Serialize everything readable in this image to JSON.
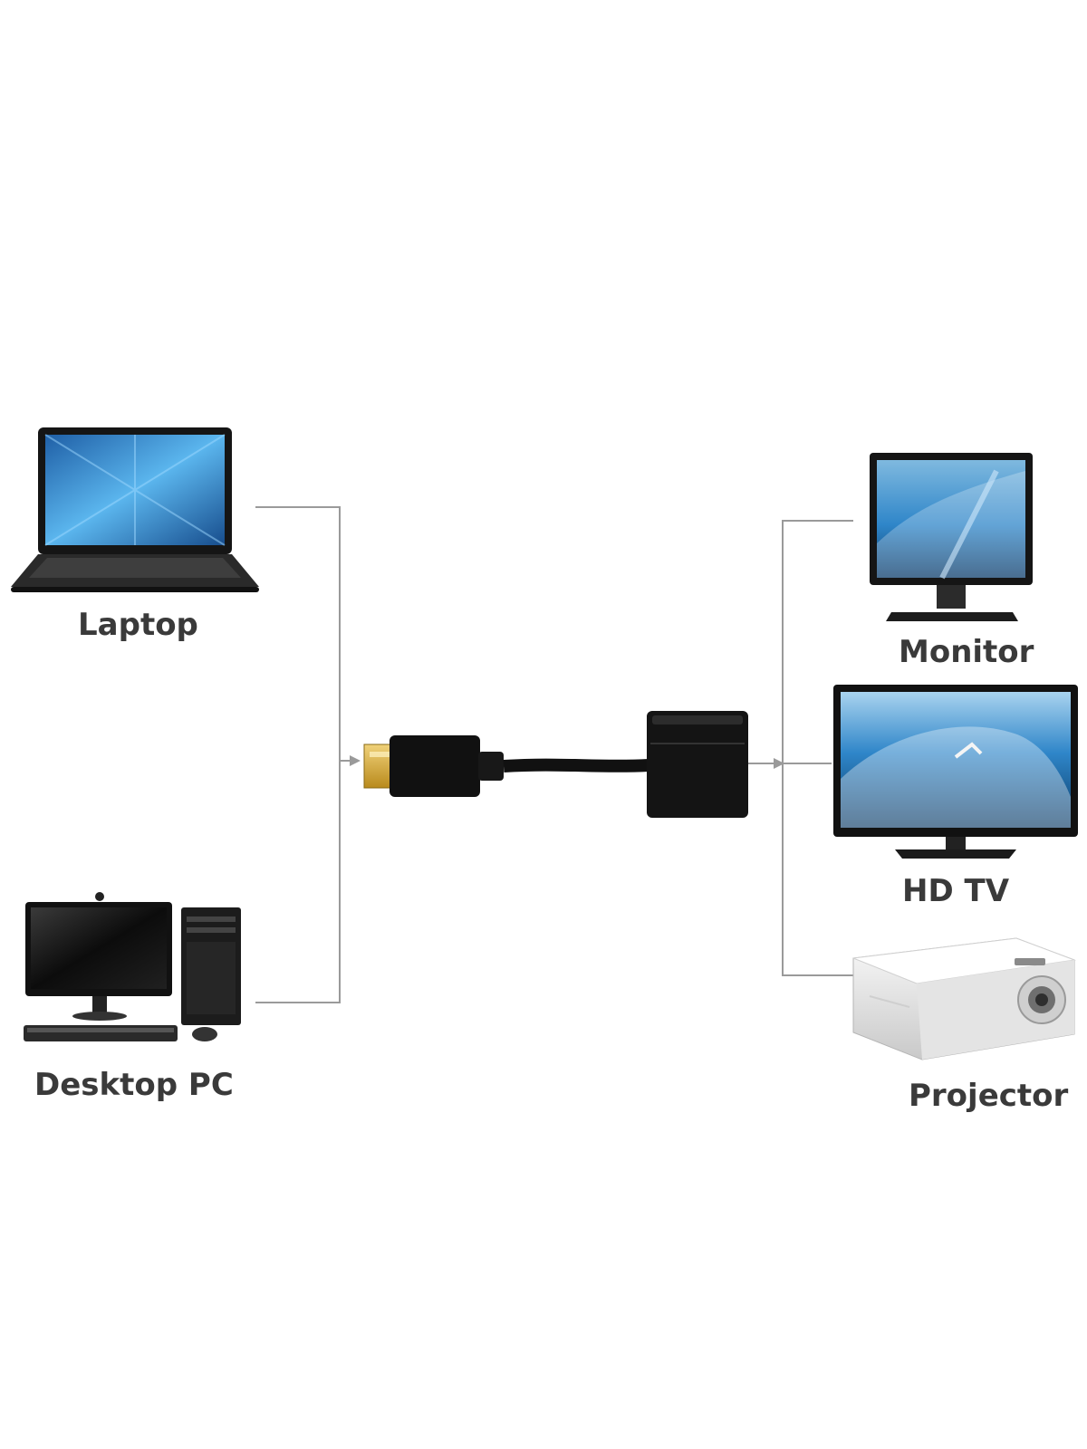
{
  "sources": {
    "laptop": {
      "label": "Laptop"
    },
    "desktop": {
      "label": "Desktop PC"
    }
  },
  "displays": {
    "monitor": {
      "label": "Monitor"
    },
    "hdtv": {
      "label": "HD TV"
    },
    "projector": {
      "label": "Projector"
    }
  },
  "colors": {
    "connector_line": "#9a9a9a",
    "adapter": "#1a1a1a",
    "connector_gold": "#d4a62a",
    "screen_blue": "#2f86c9"
  }
}
